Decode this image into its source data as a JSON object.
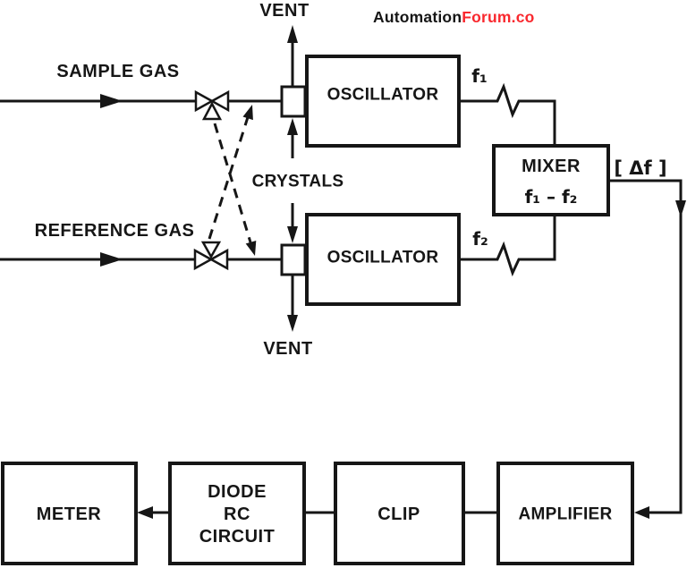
{
  "watermark": {
    "black_part": "Automation",
    "red_part": "Forum.co"
  },
  "colors": {
    "ink": "#161616",
    "bg": "#ffffff",
    "watermark_red": "#f9282e"
  },
  "diagram": {
    "vent_top": "VENT",
    "vent_bottom": "VENT",
    "sample_gas": "SAMPLE GAS",
    "reference_gas": "REFERENCE GAS",
    "crystals": "CRYSTALS",
    "oscillator_top": "OSCILLATOR",
    "oscillator_bottom": "OSCILLATOR",
    "f1": "f₁",
    "f2": "f₂",
    "mixer_title": "MIXER",
    "mixer_formula": "f₁ – f₂",
    "delta_f": "[ Δf ]",
    "meter": "METER",
    "diode_rc_line1": "DIODE",
    "diode_rc_line2": "RC",
    "diode_rc_line3": "CIRCUIT",
    "clip": "CLIP",
    "amplifier": "AMPLIFIER"
  }
}
